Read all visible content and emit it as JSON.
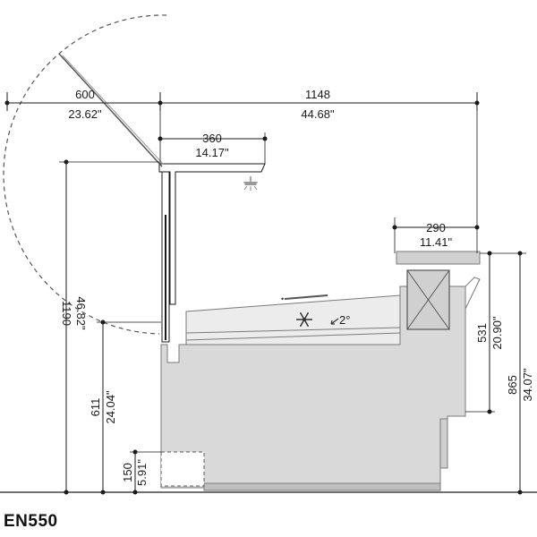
{
  "model": "EN550",
  "dimensions": {
    "top_left": {
      "mm": "600",
      "inch": "23.62\""
    },
    "top_right": {
      "mm": "1148",
      "inch": "44.68\""
    },
    "shelf": {
      "mm": "360",
      "inch": "14.17\""
    },
    "tray": {
      "mm": "290",
      "inch": "11.41\""
    },
    "height_total": {
      "mm": "1190",
      "inch": "46.82\""
    },
    "height_counter": {
      "mm": "611",
      "inch": "24.04\""
    },
    "height_base": {
      "mm": "150",
      "inch": "5.91\""
    },
    "height_rear": {
      "mm": "531",
      "inch": "20.90\""
    },
    "height_overall_rear": {
      "mm": "865",
      "inch": "34.07\""
    }
  },
  "annotations": {
    "slope": "2°"
  },
  "icons": [
    "snowflake-icon",
    "lamp-icon",
    "slope-arrow-icon"
  ],
  "colors": {
    "body": "#d9d9d9",
    "outline": "#7a7a7a",
    "line": "#1a1a1a",
    "dash": "#555555"
  }
}
